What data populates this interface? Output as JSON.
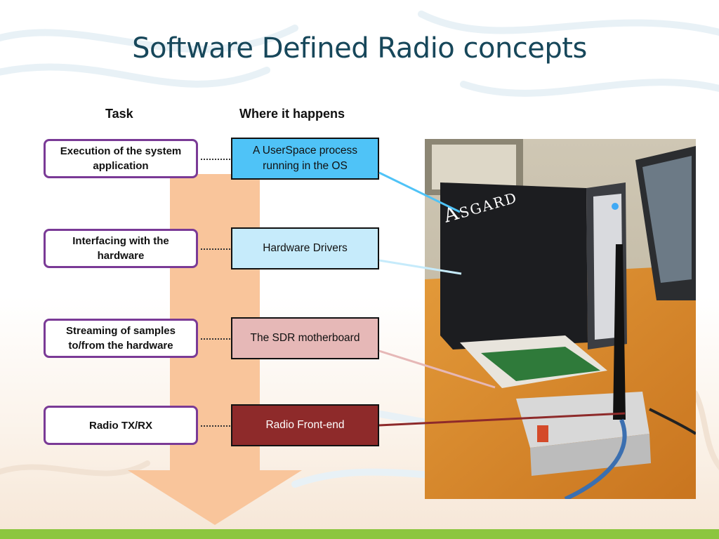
{
  "slide": {
    "title": "Software Defined Radio concepts"
  },
  "columns": {
    "task": "Task",
    "where": "Where it happens"
  },
  "rows": [
    {
      "task": "Execution of the system application",
      "where": "A UserSpace process running in the OS",
      "color": "#4fc3f7"
    },
    {
      "task": "Interfacing with the hardware",
      "where": "Hardware Drivers",
      "color": "#c6ebfb"
    },
    {
      "task": "Streaming of samples to/from the hardware",
      "where": "The SDR motherboard",
      "color": "#e6b8b7"
    },
    {
      "task": "Radio TX/RX",
      "where": "Radio Front-end",
      "color": "#8e2a2a"
    }
  ],
  "photo": {
    "overlay_label": "Asgard"
  },
  "colors": {
    "title": "#17475a",
    "task_border": "#7a3a96",
    "flow_arrow": "#f9c59b",
    "bottom_bar": "#8cc63f"
  }
}
